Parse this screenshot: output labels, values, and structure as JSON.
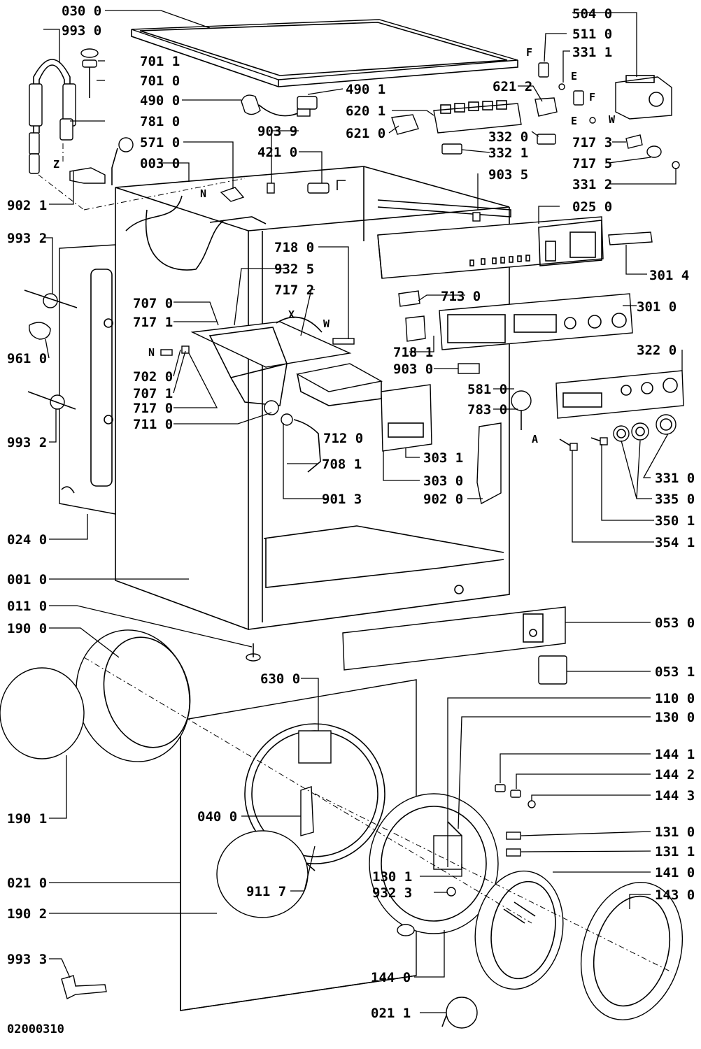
{
  "drawing_code": "02000310",
  "callouts": [
    {
      "id": "c_030_0",
      "text": "030 0"
    },
    {
      "id": "c_993_0",
      "text": "993 0"
    },
    {
      "id": "c_701_1",
      "text": "701 1"
    },
    {
      "id": "c_701_0",
      "text": "701 0"
    },
    {
      "id": "c_490_0",
      "text": "490 0"
    },
    {
      "id": "c_781_0",
      "text": "781 0"
    },
    {
      "id": "c_571_0",
      "text": "571 0"
    },
    {
      "id": "c_003_0",
      "text": "003 0"
    },
    {
      "id": "c_902_1",
      "text": "902 1"
    },
    {
      "id": "c_490_1",
      "text": "490 1"
    },
    {
      "id": "c_903_9",
      "text": "903 9"
    },
    {
      "id": "c_421_0",
      "text": "421 0"
    },
    {
      "id": "c_620_1",
      "text": "620 1"
    },
    {
      "id": "c_621_0",
      "text": "621 0"
    },
    {
      "id": "c_621_2",
      "text": "621 2"
    },
    {
      "id": "c_332_0",
      "text": "332 0"
    },
    {
      "id": "c_332_1",
      "text": "332 1"
    },
    {
      "id": "c_903_5",
      "text": "903 5"
    },
    {
      "id": "c_504_0",
      "text": "504 0"
    },
    {
      "id": "c_511_0",
      "text": "511 0"
    },
    {
      "id": "c_331_1",
      "text": "331 1"
    },
    {
      "id": "c_717_3",
      "text": "717 3"
    },
    {
      "id": "c_717_5",
      "text": "717 5"
    },
    {
      "id": "c_331_2",
      "text": "331 2"
    },
    {
      "id": "c_025_0",
      "text": "025 0"
    },
    {
      "id": "c_301_4",
      "text": "301 4"
    },
    {
      "id": "c_993_2a",
      "text": "993 2"
    },
    {
      "id": "c_961_0",
      "text": "961 0"
    },
    {
      "id": "c_993_2b",
      "text": "993 2"
    },
    {
      "id": "c_024_0",
      "text": "024 0"
    },
    {
      "id": "c_718_0",
      "text": "718 0"
    },
    {
      "id": "c_932_5",
      "text": "932 5"
    },
    {
      "id": "c_717_2",
      "text": "717 2"
    },
    {
      "id": "c_707_0",
      "text": "707 0"
    },
    {
      "id": "c_717_1",
      "text": "717 1"
    },
    {
      "id": "c_702_0",
      "text": "702 0"
    },
    {
      "id": "c_707_1",
      "text": "707 1"
    },
    {
      "id": "c_717_0",
      "text": "717 0"
    },
    {
      "id": "c_711_0",
      "text": "711 0"
    },
    {
      "id": "c_713_0",
      "text": "713 0"
    },
    {
      "id": "c_301_0",
      "text": "301 0"
    },
    {
      "id": "c_718_1",
      "text": "718 1"
    },
    {
      "id": "c_903_0",
      "text": "903 0"
    },
    {
      "id": "c_322_0",
      "text": "322 0"
    },
    {
      "id": "c_581_0",
      "text": "581 0"
    },
    {
      "id": "c_783_0",
      "text": "783 0"
    },
    {
      "id": "c_712_0",
      "text": "712 0"
    },
    {
      "id": "c_708_1",
      "text": "708 1"
    },
    {
      "id": "c_303_1",
      "text": "303 1"
    },
    {
      "id": "c_303_0",
      "text": "303 0"
    },
    {
      "id": "c_901_3",
      "text": "901 3"
    },
    {
      "id": "c_902_0",
      "text": "902 0"
    },
    {
      "id": "c_331_0",
      "text": "331 0"
    },
    {
      "id": "c_335_0",
      "text": "335 0"
    },
    {
      "id": "c_350_1",
      "text": "350 1"
    },
    {
      "id": "c_354_1",
      "text": "354 1"
    },
    {
      "id": "c_001_0",
      "text": "001 0"
    },
    {
      "id": "c_011_0",
      "text": "011 0"
    },
    {
      "id": "c_190_0",
      "text": "190 0"
    },
    {
      "id": "c_053_0",
      "text": "053 0"
    },
    {
      "id": "c_053_1",
      "text": "053 1"
    },
    {
      "id": "c_630_0",
      "text": "630 0"
    },
    {
      "id": "c_110_0",
      "text": "110 0"
    },
    {
      "id": "c_130_0",
      "text": "130 0"
    },
    {
      "id": "c_144_1",
      "text": "144 1"
    },
    {
      "id": "c_144_2",
      "text": "144 2"
    },
    {
      "id": "c_144_3",
      "text": "144 3"
    },
    {
      "id": "c_190_1",
      "text": "190 1"
    },
    {
      "id": "c_040_0",
      "text": "040 0"
    },
    {
      "id": "c_131_0",
      "text": "131 0"
    },
    {
      "id": "c_131_1",
      "text": "131 1"
    },
    {
      "id": "c_141_0",
      "text": "141 0"
    },
    {
      "id": "c_130_1",
      "text": "130 1"
    },
    {
      "id": "c_021_0",
      "text": "021 0"
    },
    {
      "id": "c_911_7",
      "text": "911 7"
    },
    {
      "id": "c_932_3",
      "text": "932 3"
    },
    {
      "id": "c_143_0",
      "text": "143 0"
    },
    {
      "id": "c_190_2",
      "text": "190 2"
    },
    {
      "id": "c_993_3",
      "text": "993 3"
    },
    {
      "id": "c_144_0",
      "text": "144 0"
    },
    {
      "id": "c_021_1",
      "text": "021 1"
    }
  ],
  "letter_marks": [
    {
      "id": "m_F1",
      "text": "F"
    },
    {
      "id": "m_E1",
      "text": "E"
    },
    {
      "id": "m_F2",
      "text": "F"
    },
    {
      "id": "m_E2",
      "text": "E"
    },
    {
      "id": "m_W1",
      "text": "W"
    },
    {
      "id": "m_N1",
      "text": "N"
    },
    {
      "id": "m_Z",
      "text": "Z"
    },
    {
      "id": "m_X",
      "text": "X"
    },
    {
      "id": "m_W2",
      "text": "W"
    },
    {
      "id": "m_N2",
      "text": "N"
    },
    {
      "id": "m_A",
      "text": "A"
    }
  ]
}
